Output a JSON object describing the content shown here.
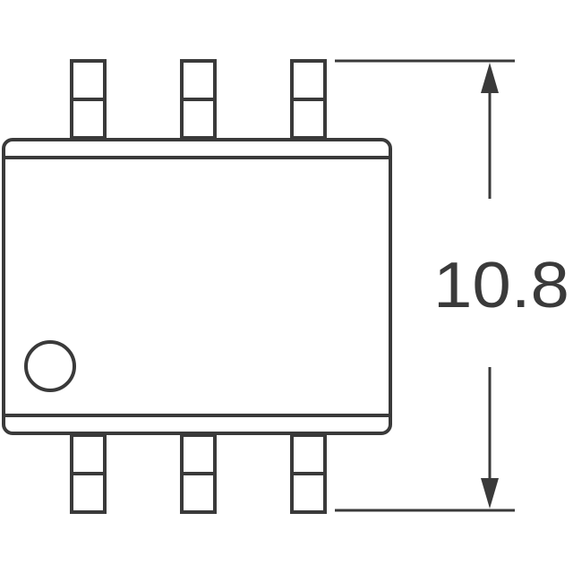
{
  "diagram": {
    "dimension_label": "10.8",
    "colors": {
      "stroke": "#3a3a3a",
      "background": "#ffffff"
    },
    "icons": {
      "pin1_marker": "circle-icon",
      "arrow_up": "arrow-up-icon",
      "arrow_down": "arrow-down-icon"
    },
    "pins": {
      "top_count": 3,
      "bottom_count": 3
    }
  }
}
